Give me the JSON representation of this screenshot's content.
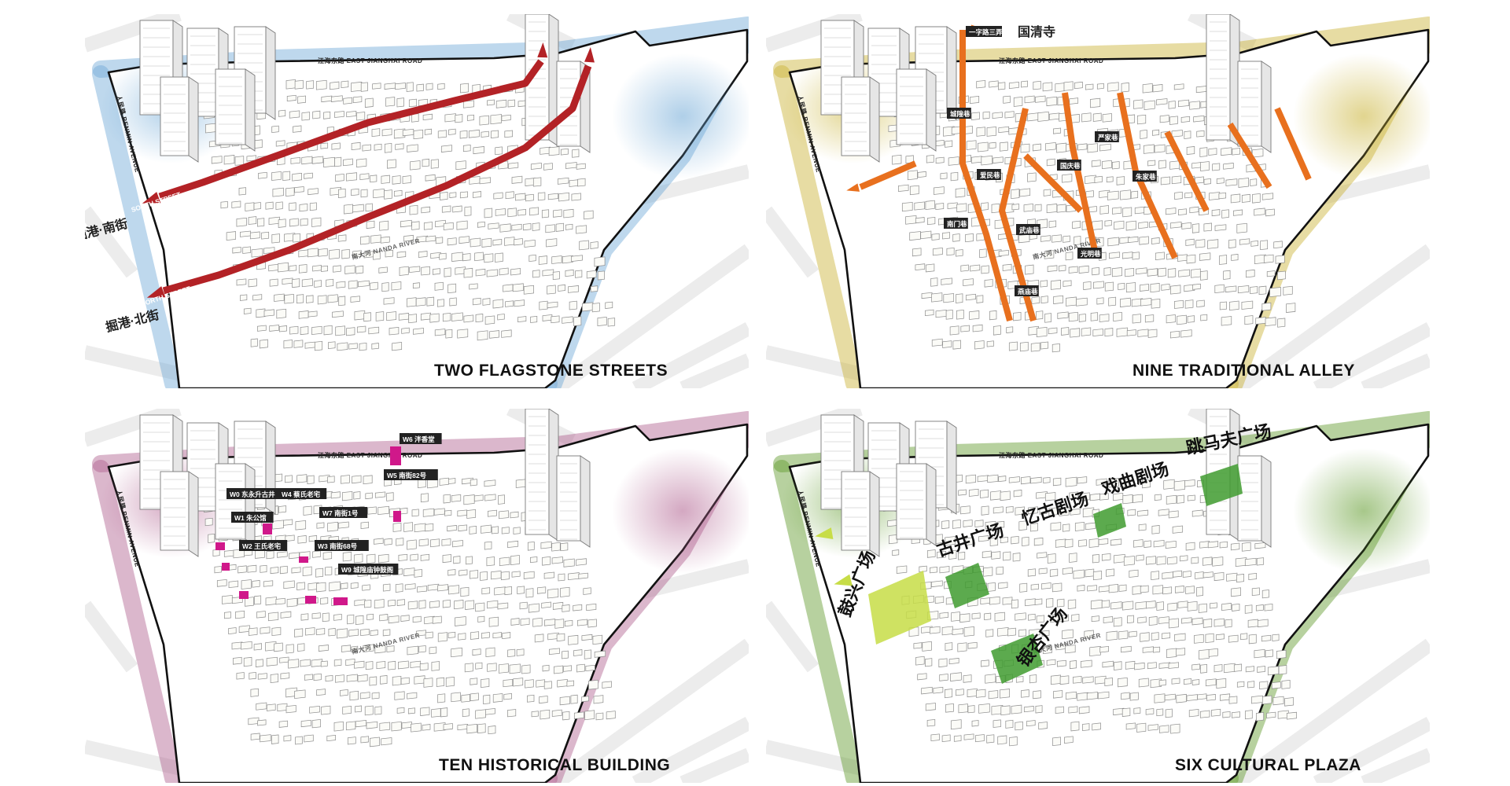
{
  "roads": {
    "north_road": "江海东路 EAST JIANGHAI ROAD",
    "west_road": "人民路 RENMIN AVENUE",
    "south_road": "南大河 NANDA RIVER"
  },
  "panels": [
    {
      "id": "streets",
      "title": "TWO FLAGSTONE STREETS",
      "tint": "#6ea8d6",
      "arrow_color": "#b32226",
      "labels": {
        "south_street_cn": "掘港·南街",
        "north_street_cn": "掘港·北街",
        "south_street_en": "SOUTH STREET",
        "north_street_en": "NORTH STREET"
      }
    },
    {
      "id": "alleys",
      "title": "NINE TRADITIONAL ALLEY",
      "tint": "#c9b233",
      "arrow_color": "#e8701e",
      "dest_label": "国清寺",
      "dest_tag": "一字路三弄",
      "alleys": [
        "城隍巷",
        "爱民巷",
        "国庆巷",
        "严家巷",
        "朱家巷",
        "南门巷",
        "武庙巷",
        "光明巷",
        "燕庙巷"
      ]
    },
    {
      "id": "buildings",
      "title": "TEN HISTORICAL BUILDING",
      "tint": "#b0608f",
      "accent": "#d0188a",
      "buildings": [
        "W6 泮香堂",
        "W5 南街82号",
        "W0 东永升古井",
        "W4 蔡氏老宅",
        "W1 朱公馆",
        "W7 南街1号",
        "W2 王氏老宅",
        "W3 南街68号",
        "W9 城隍庙钟鼓阁"
      ]
    },
    {
      "id": "plazas",
      "title": "SIX CULTURAL PLAZA",
      "tint": "#5f9a2a",
      "accent": "#3f9b2f",
      "plazas": [
        "跳马夫广场",
        "戏曲剧场",
        "忆古剧场",
        "古井广场",
        "银杏广场",
        "鼓兴广场"
      ]
    }
  ]
}
